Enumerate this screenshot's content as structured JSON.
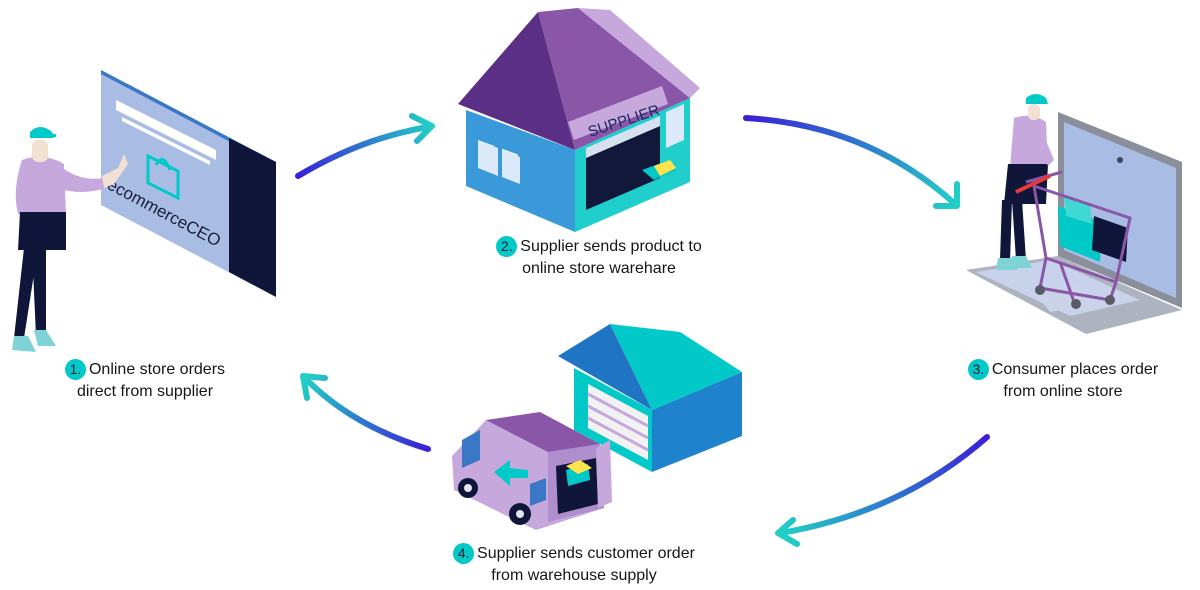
{
  "diagram": {
    "brand_logo": "ecommerceCEO",
    "supplier_sign": "SUPPLIER",
    "steps": [
      {
        "number": "1.",
        "line1": "Online store orders",
        "line2": "direct from supplier"
      },
      {
        "number": "2.",
        "line1": "Supplier sends product to",
        "line2": "online store warehare"
      },
      {
        "number": "3.",
        "line1": "Consumer places order",
        "line2": "from online store"
      },
      {
        "number": "4.",
        "line1": "Supplier sends customer order",
        "line2": "from warehouse supply"
      }
    ]
  },
  "colors": {
    "teal": "#00c9c8",
    "purple": "#8a56a8",
    "light_purple": "#c6a8dc",
    "navy": "#10163a",
    "screen_blue": "#a9bde4",
    "arrow_start": "#3a1fd8",
    "arrow_end": "#22cfc6"
  }
}
